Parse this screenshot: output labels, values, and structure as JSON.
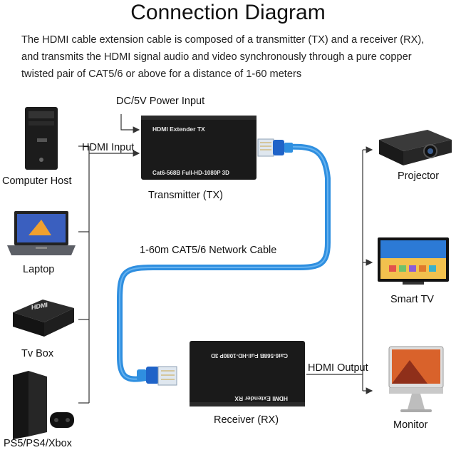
{
  "title": "Connection Diagram",
  "description": [
    "The HDMI cable extension cable is composed of a transmitter (TX) and a receiver (RX),",
    "and transmits the HDMI signal audio and video synchronously through a pure copper",
    "twisted pair of CAT5/6 or above for a distance of 1-60 meters"
  ],
  "labels": {
    "power_input": "DC/5V Power Input",
    "hdmi_input": "HDMI Input",
    "transmitter": "Transmitter (TX)",
    "receiver": "Receiver (RX)",
    "network_cable": "1-60m CAT5/6 Network Cable",
    "hdmi_output": "HDMI Output"
  },
  "sources": [
    {
      "label": "Computer Host",
      "icon": "computer-tower-icon"
    },
    {
      "label": "Laptop",
      "icon": "laptop-icon"
    },
    {
      "label": "Tv Box",
      "icon": "tv-box-icon"
    },
    {
      "label": "PS5/PS4/Xbox",
      "icon": "game-console-icon"
    }
  ],
  "outputs": [
    {
      "label": "Projector",
      "icon": "projector-icon"
    },
    {
      "label": "Smart TV",
      "icon": "smart-tv-icon"
    },
    {
      "label": "Monitor",
      "icon": "monitor-icon"
    }
  ],
  "tx_box": {
    "top_text": "HDMI Extender  TX",
    "bottom_text": "Cat6-568B Full-HD-1080P 3D"
  },
  "rx_box": {
    "top_text": "Cat6-568B Full-HD-1080P 3D",
    "bottom_text": "HDMI Extender  RX"
  },
  "colors": {
    "cable": "#2f8fe0",
    "connector": "#1f63c8",
    "box": "#1a1a1a",
    "line": "#333333"
  }
}
